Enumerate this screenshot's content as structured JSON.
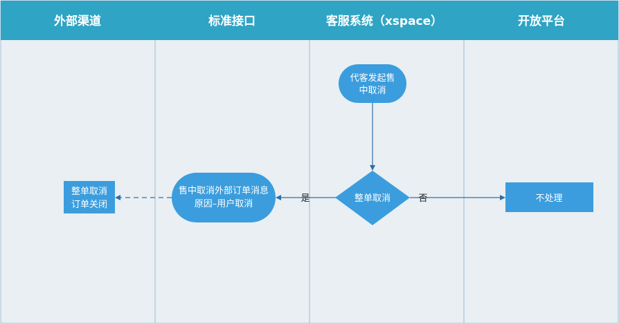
{
  "lanes": [
    {
      "title": "外部渠道"
    },
    {
      "title": "标准接口"
    },
    {
      "title": "客服系统（xspace）"
    },
    {
      "title": "开放平台"
    }
  ],
  "nodes": {
    "start": {
      "line1": "代客发起售",
      "line2": "中取消"
    },
    "decision": {
      "label": "整单取消"
    },
    "sync": {
      "line1": "售中取消外部订单消息",
      "line2": "原因–用户取消"
    },
    "close": {
      "line1": "整单取消",
      "line2": "订单关闭"
    },
    "ignore": {
      "label": "不处理"
    }
  },
  "edges": {
    "yes": "是",
    "no": "否"
  },
  "colors": {
    "header_bg": "#2fa4c4",
    "header_text": "#ffffff",
    "lane_bg": "#e9eff3",
    "lane_border": "#9cbcd0",
    "node_fill": "#3b9ddd",
    "node_text": "#ffffff",
    "arrow": "#2f6fa8"
  }
}
